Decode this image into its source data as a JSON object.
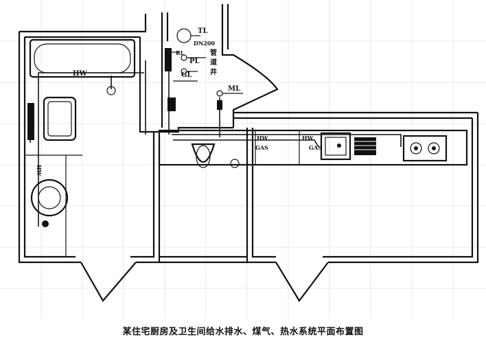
{
  "caption": "某住宅厨房及卫生间给水排水、煤气、热水系统平面布置图",
  "labels": {
    "tl": "TL",
    "dn200": "DN200",
    "rl": "RL",
    "pl": "PL",
    "gl": "GL",
    "ml": "ML",
    "hw_top": "HW",
    "hw_left": "HW",
    "hw_mid": "HW",
    "hw_right": "HW",
    "gas_1": "GAS",
    "gas_2": "GAS",
    "shaft_1": "管",
    "shaft_2": "道",
    "shaft_3": "井"
  },
  "colors": {
    "line": "#111111",
    "grid": "#e7e7e7",
    "background": "#ffffff"
  }
}
